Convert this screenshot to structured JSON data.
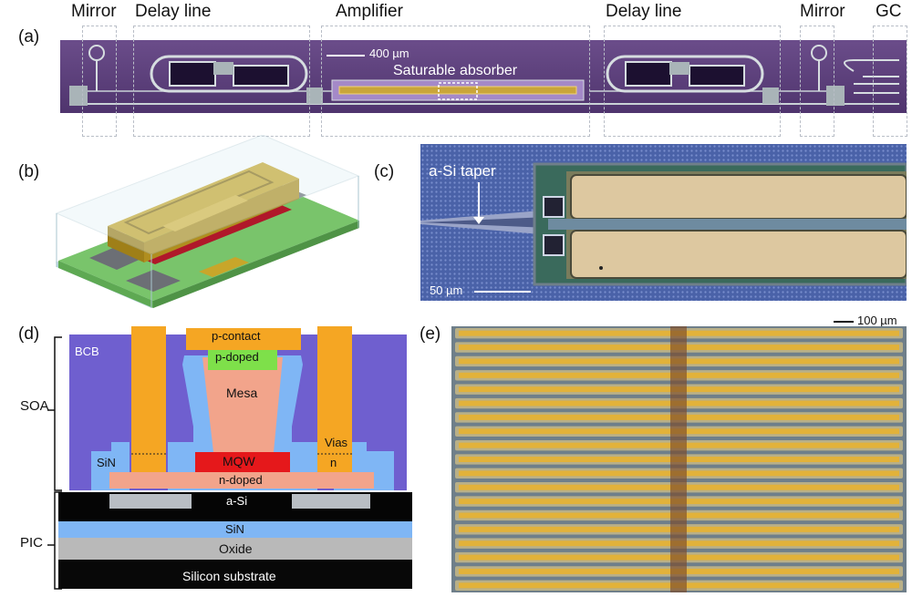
{
  "panels": {
    "a": "(a)",
    "b": "(b)",
    "c": "(c)",
    "d": "(d)",
    "e": "(e)"
  },
  "panel_a": {
    "labels": {
      "mirror_left": "Mirror",
      "delay_left": "Delay line",
      "amplifier": "Amplifier",
      "delay_right": "Delay line",
      "mirror_right": "Mirror",
      "gc": "GC"
    },
    "scale_bar": "400 µm",
    "saturable_absorber": "Saturable absorber"
  },
  "panel_c": {
    "taper": "a-Si taper",
    "scale_bar": "50 µm"
  },
  "panel_d": {
    "layers": {
      "bcb": "BCB",
      "p_contact": "p-contact",
      "p_doped": "p-doped",
      "mesa": "Mesa",
      "vias": "Vias",
      "sin_top": "SiN",
      "n": "n",
      "mqw": "MQW",
      "n_doped": "n-doped",
      "a_si": "a-Si",
      "sin_bottom": "SiN",
      "oxide": "Oxide",
      "substrate": "Silicon substrate"
    },
    "brackets": {
      "soa": "SOA",
      "pic": "PIC"
    }
  },
  "panel_e": {
    "scale_bar": "100 µm"
  },
  "colors": {
    "bcb": "#6f5fcf",
    "metal": "#f5a623",
    "sin": "#7fb6f5",
    "mesa": "#f2a48b",
    "mqw": "#e5181b",
    "p_doped": "#7ee04a",
    "a_si_layer": "#050505",
    "oxide": "#b9b9b9",
    "substrate": "#080808",
    "chip_purple": "#5a3d7a"
  }
}
